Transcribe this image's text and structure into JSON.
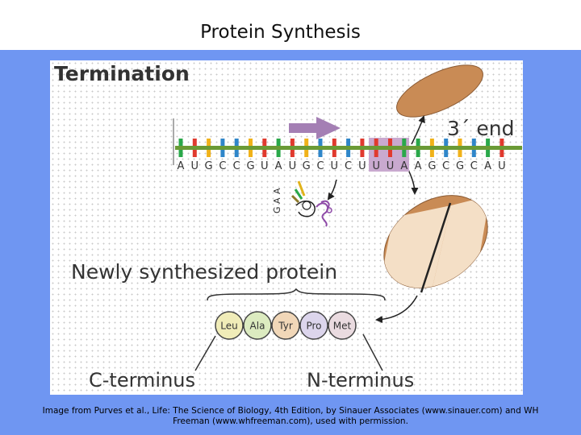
{
  "slide": {
    "title": "Protein Synthesis",
    "caption": "Image from Purves et al., Life: The Science of Biology, 4th Edition, by Sinauer Associates (www.sinauer.com) and WH Freeman (www.whfreeman.com), used with permission."
  },
  "figure": {
    "heading": "Termination",
    "three_prime_label": "3´ end",
    "mrna_sequence": [
      "A",
      "U",
      "G",
      "C",
      "C",
      "G",
      "U",
      "A",
      "U",
      "G",
      "C",
      "U",
      "C",
      "U",
      "U",
      "U",
      "A",
      "A",
      "G",
      "C",
      "G",
      "C",
      "A",
      "U"
    ],
    "anticodon": [
      "G",
      "A",
      "A"
    ],
    "protein_label": "Newly synthesized protein",
    "amino_acids": [
      "Leu",
      "Ala",
      "Tyr",
      "Pro",
      "Met"
    ],
    "c_terminus_label": "C-terminus",
    "n_terminus_label": "N-terminus"
  },
  "colors": {
    "background_panel": "#6f96f2",
    "ribosome_subunit": "#c98b55",
    "arrow_purple": "#a47fb4",
    "mrna_backbone": "#6a9a35",
    "stop_codon_highlight": "#c9a9cf",
    "nucleotide_colors": {
      "A": "#2aa84a",
      "U": "#e03a2e",
      "G": "#f0b21a",
      "C": "#2f86c9"
    }
  }
}
